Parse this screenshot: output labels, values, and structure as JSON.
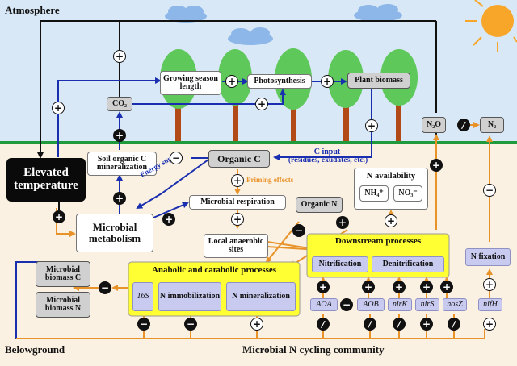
{
  "regions": {
    "atmosphere": "Atmosphere",
    "belowground": "Belowground",
    "community": "Microbial N cycling community"
  },
  "colors": {
    "sky": "#d9e8f6",
    "soil": "#fbf1e2",
    "ground_line": "#1f9a3c",
    "blue_arrow": "#1a2fb0",
    "orange_arrow": "#e8922a",
    "black_line": "#111111",
    "tree_green": "#5ec85b",
    "trunk": "#b24a17",
    "sun": "#f7a62a",
    "cloud": "#8db7e8",
    "process_box": "#ffff33",
    "gene_box": "#c9caf0",
    "temp_box": "#0a0a0a"
  },
  "nodes": {
    "elevated_temp": "Elevated temperature",
    "co2": "CO₂",
    "growing_season": "Growing season length",
    "photosynthesis": "Photosynthesis",
    "plant_biomass": "Plant biomass",
    "n2o": "N₂O",
    "n2": "N₂",
    "soil_oc_mineralization": "Soil organic C mineralization",
    "organic_c": "Organic C",
    "c_input": "C input",
    "c_input_sub": "(residues, exudates, etc.)",
    "energy_supply": "Energy supply",
    "priming_effects": "Priming effects",
    "microbial_respiration": "Microbial respiration",
    "organic_n": "Organic N",
    "n_availability": "N availability",
    "nh4": "NH₄⁺",
    "no3": "NO₃⁻",
    "microbial_metabolism": "Microbial metabolism",
    "local_anaerobic": "Local anaerobic sites",
    "downstream_processes": "Downstream processes",
    "nitrification": "Nitrification",
    "denitrification": "Denitrification",
    "n_fixation": "N fixation",
    "anabolic_catabolic": "Anabolic and catabolic processes",
    "gene_16s": "16S",
    "n_immobilization": "N immobilization",
    "n_mineralization": "N mineralization",
    "microbial_biomass_c": "Microbial biomass C",
    "microbial_biomass_n": "Microbial biomass N"
  },
  "genes": [
    "AOA",
    "AOB",
    "nirK",
    "nirS",
    "nosZ",
    "nifH"
  ],
  "symbols": {
    "plus": "+",
    "minus": "−",
    "slash": "/"
  }
}
